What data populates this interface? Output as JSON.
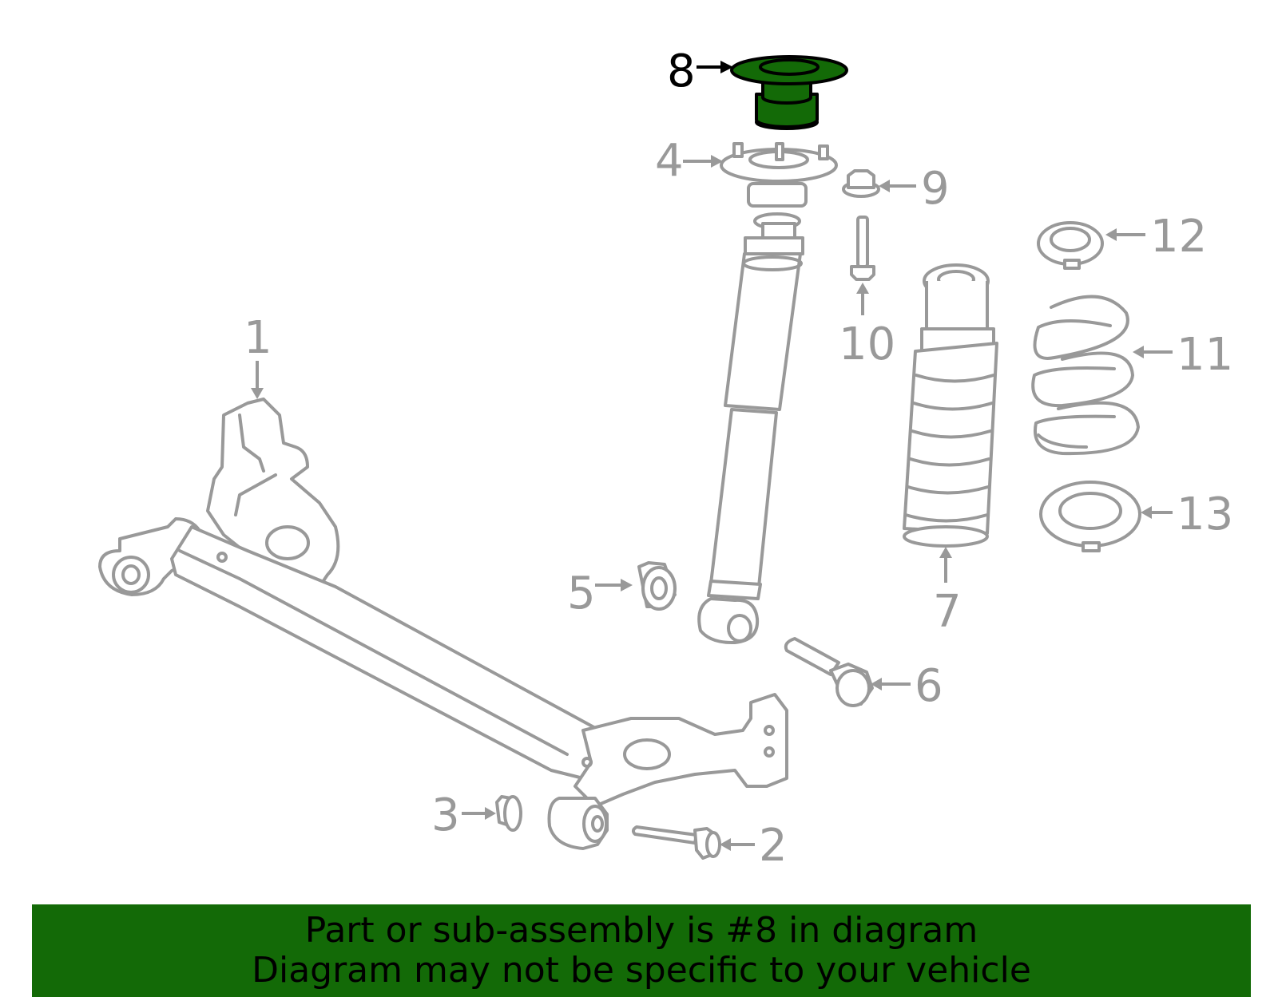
{
  "callouts": [
    "1",
    "2",
    "3",
    "4",
    "5",
    "6",
    "7",
    "8",
    "9",
    "10",
    "11",
    "12",
    "13"
  ],
  "highlight": "8",
  "colors": {
    "highlight_fill": "#136a07",
    "part_stroke": "#999999",
    "banner": "#136a07"
  },
  "banner": {
    "line1": "Part or sub-assembly is #8 in diagram",
    "line2": "Diagram may not be specific to your vehicle"
  }
}
